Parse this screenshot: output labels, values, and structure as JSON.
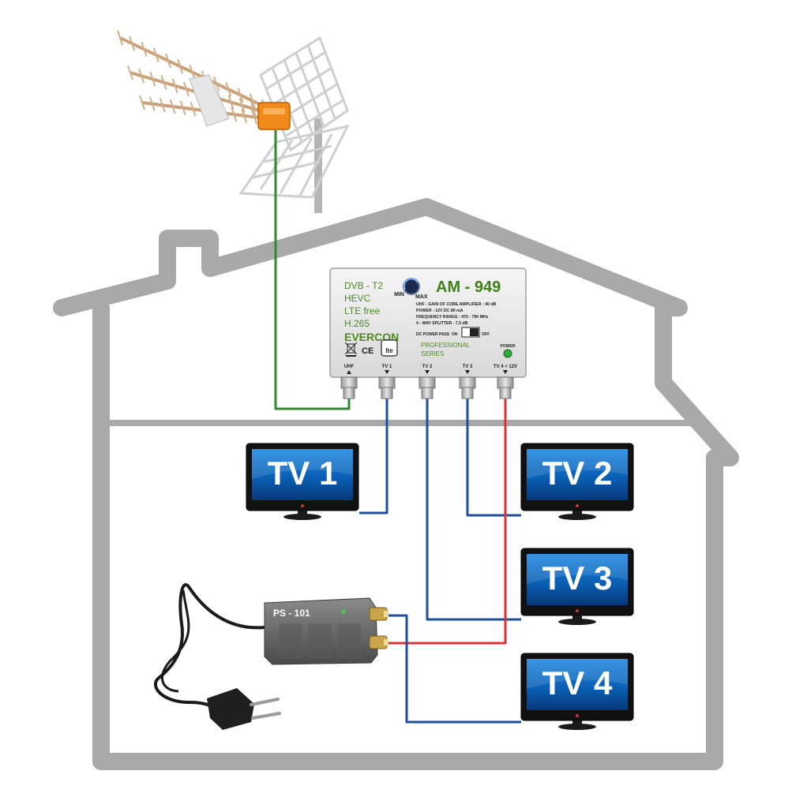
{
  "amplifier": {
    "features": [
      "DVB - T2",
      "HEVC",
      "LTE free",
      "H.265"
    ],
    "brand": "EVERCON",
    "model": "AM - 949",
    "knob_min": "MIN",
    "knob_max": "MAX",
    "specs": [
      "UHF - GAIN OF CORE AMPLIFIER : 40 dB",
      "POWER - 12V DC 80 mA",
      "FREQUENCY RANGE : 470 - 790 MHz",
      "4 - WAY SPLITTER - 7,5 dB"
    ],
    "dc_power_pass": "DC POWER PASS",
    "switch_on": "ON",
    "switch_off": "OFF",
    "series_line1": "PROFESSIONAL",
    "series_line2": "SERIES",
    "power_label": "POWER",
    "ports": [
      "UHF",
      "TV 1",
      "TV 2",
      "TV 3",
      "TV 4 + 12V"
    ],
    "lte_badge": "lte"
  },
  "power_supply": {
    "model": "PS - 101"
  },
  "tvs": [
    "TV 1",
    "TV 2",
    "TV 3",
    "TV 4"
  ],
  "colors": {
    "house": "#a7a7a7",
    "antenna_cable": "#2e8b2e",
    "signal_cable": "#1f4fa0",
    "power_cable": "#e03030",
    "tv_screen": "#0a6fc4"
  }
}
